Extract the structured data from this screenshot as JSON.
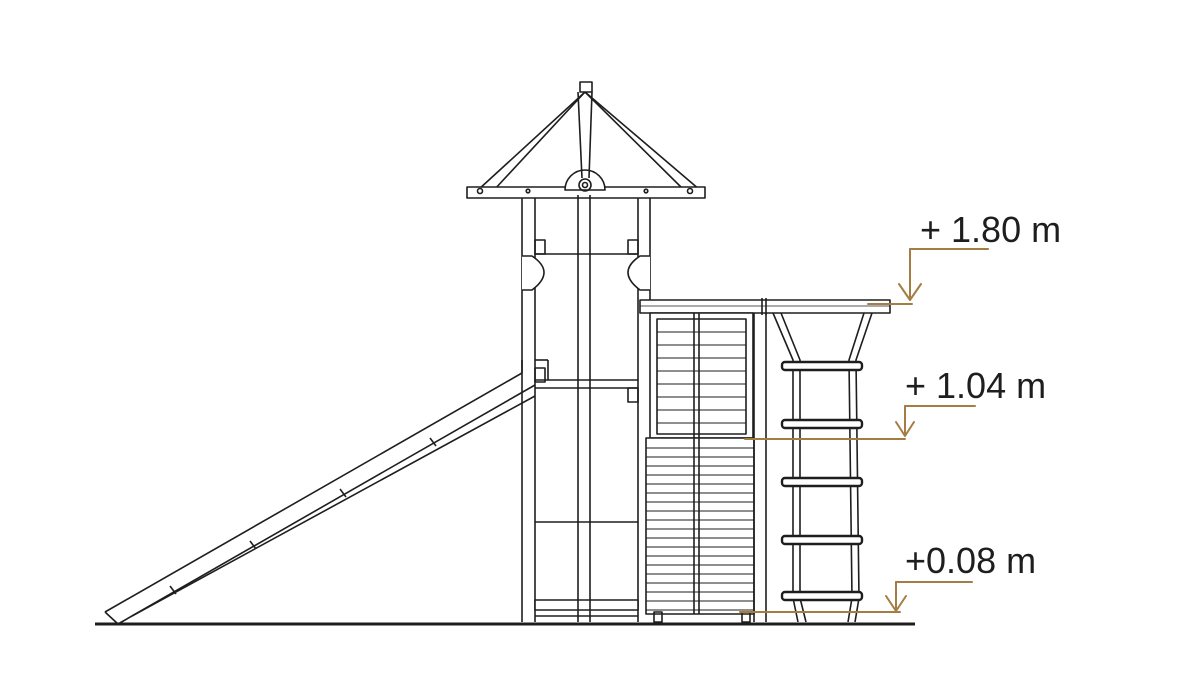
{
  "diagram": {
    "levels": [
      {
        "label": "+ 1.80 m"
      },
      {
        "label": "+ 1.04 m"
      },
      {
        "label": "+0.08 m"
      }
    ]
  },
  "colors": {
    "line": "#1e1e1e",
    "dimension_marker": "#a67c45",
    "background": "#ffffff"
  }
}
